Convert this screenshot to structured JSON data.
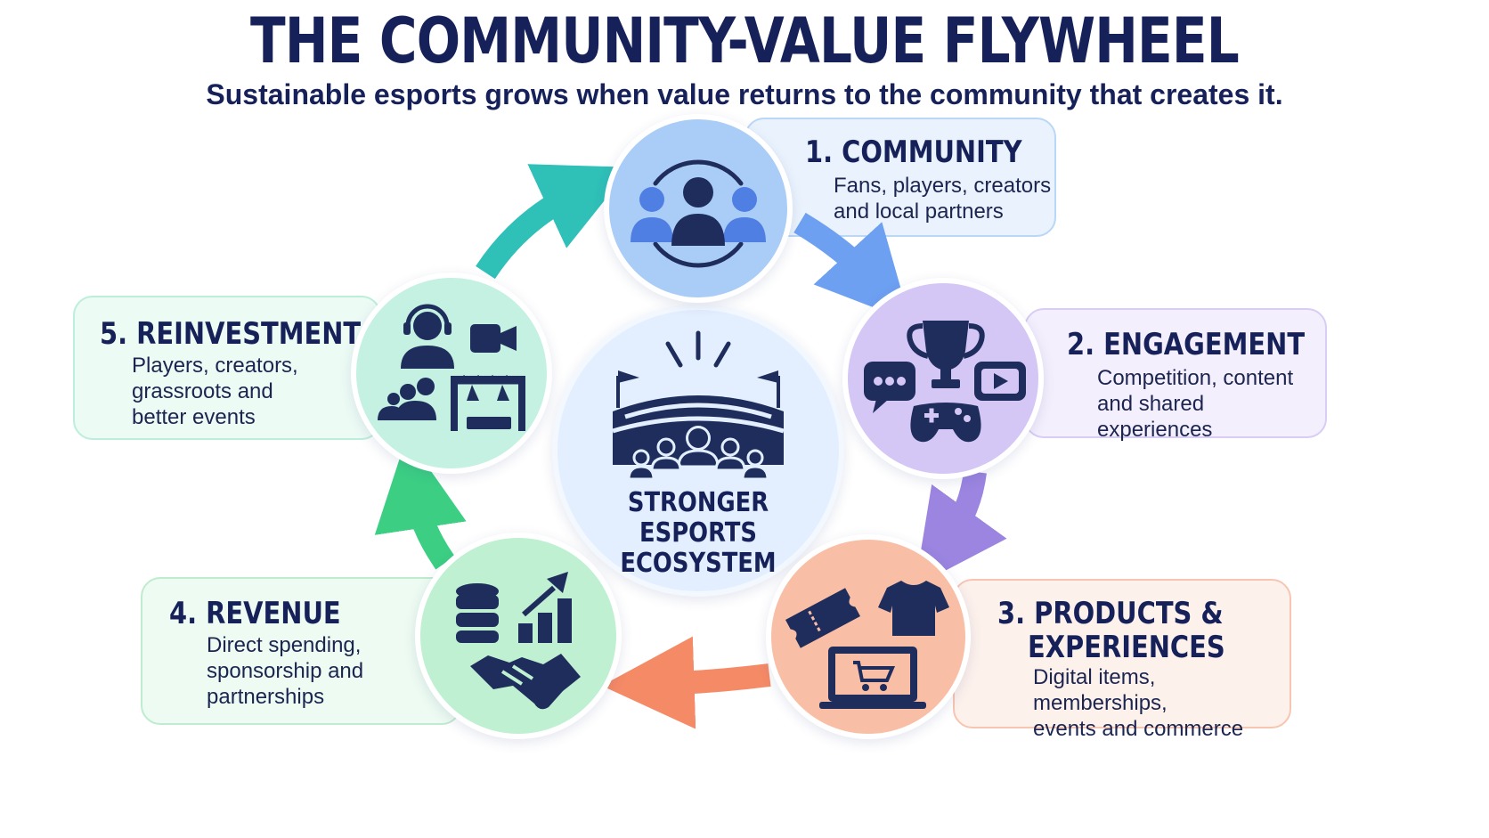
{
  "title": "THE COMMUNITY-VALUE FLYWHEEL",
  "subtitle": "Sustainable esports grows when value returns to the community that creates it.",
  "center": {
    "line1": "STRONGER",
    "line2": "ESPORTS ECOSYSTEM",
    "icon": "stadium-crowd-icon"
  },
  "stages": [
    {
      "number": "1.",
      "title": "COMMUNITY",
      "description": "Fans, players, creators\nand local partners",
      "color": "#a9cdf6",
      "icon": "community-people-icon"
    },
    {
      "number": "2.",
      "title": "ENGAGEMENT",
      "description": "Competition, content\nand shared experiences",
      "color": "#d4c6f5",
      "icon": "trophy-gamepad-icon"
    },
    {
      "number": "3.",
      "title": "PRODUCTS &",
      "title2": "EXPERIENCES",
      "description": "Digital items, memberships,\nevents and commerce",
      "color": "#f9bfa6",
      "icon": "ticket-shirt-cart-icon"
    },
    {
      "number": "4.",
      "title": "REVENUE",
      "description": "Direct spending,\nsponsorship and\npartnerships",
      "color": "#bff0d2",
      "icon": "coins-chart-handshake-icon"
    },
    {
      "number": "5.",
      "title": "REINVESTMENT",
      "description": "Players, creators,\ngrassroots and\nbetter events",
      "color": "#c4f1e1",
      "icon": "headset-camera-stage-icon"
    }
  ],
  "colors": {
    "navy": "#16215a",
    "arrow_teal": "#2fc0b8",
    "arrow_blue": "#6ea0f2",
    "arrow_purple": "#9b85e0",
    "arrow_orange": "#f58a66",
    "arrow_green": "#3ccf84"
  }
}
